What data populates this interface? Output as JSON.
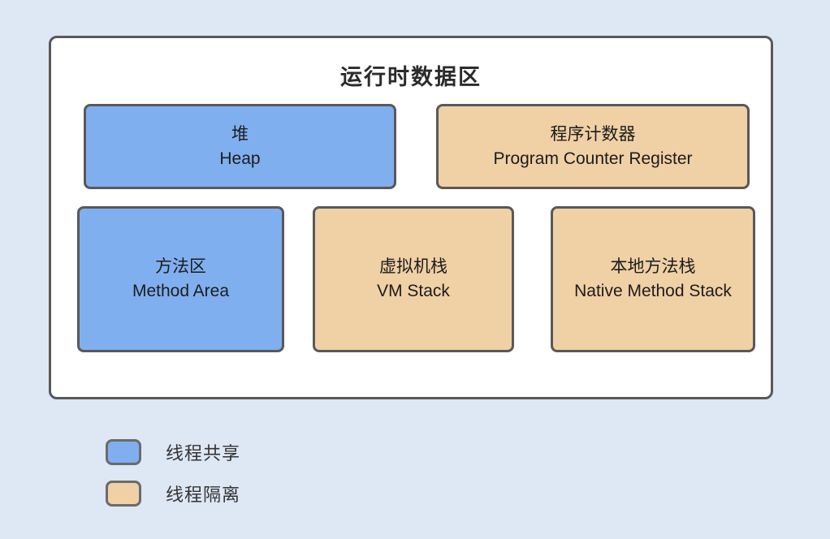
{
  "diagram": {
    "title": "运行时数据区",
    "boxes": {
      "heap": {
        "zh": "堆",
        "en": "Heap",
        "type": "shared"
      },
      "pc_register": {
        "zh": "程序计数器",
        "en": "Program Counter Register",
        "type": "isolated"
      },
      "method_area": {
        "zh": "方法区",
        "en": "Method Area",
        "type": "shared"
      },
      "vm_stack": {
        "zh": "虚拟机栈",
        "en": "VM Stack",
        "type": "isolated"
      },
      "native_method_stack": {
        "zh": "本地方法栈",
        "en": "Native Method Stack",
        "type": "isolated"
      }
    }
  },
  "legend": {
    "shared": {
      "label": "线程共享"
    },
    "isolated": {
      "label": "线程隔离"
    }
  },
  "colors": {
    "background": "#dee7f4",
    "container_fill": "#ffffff",
    "border": "#595959",
    "shared": "#80aff0",
    "isolated": "#f0d0a5",
    "text": "#1c1c1c"
  }
}
